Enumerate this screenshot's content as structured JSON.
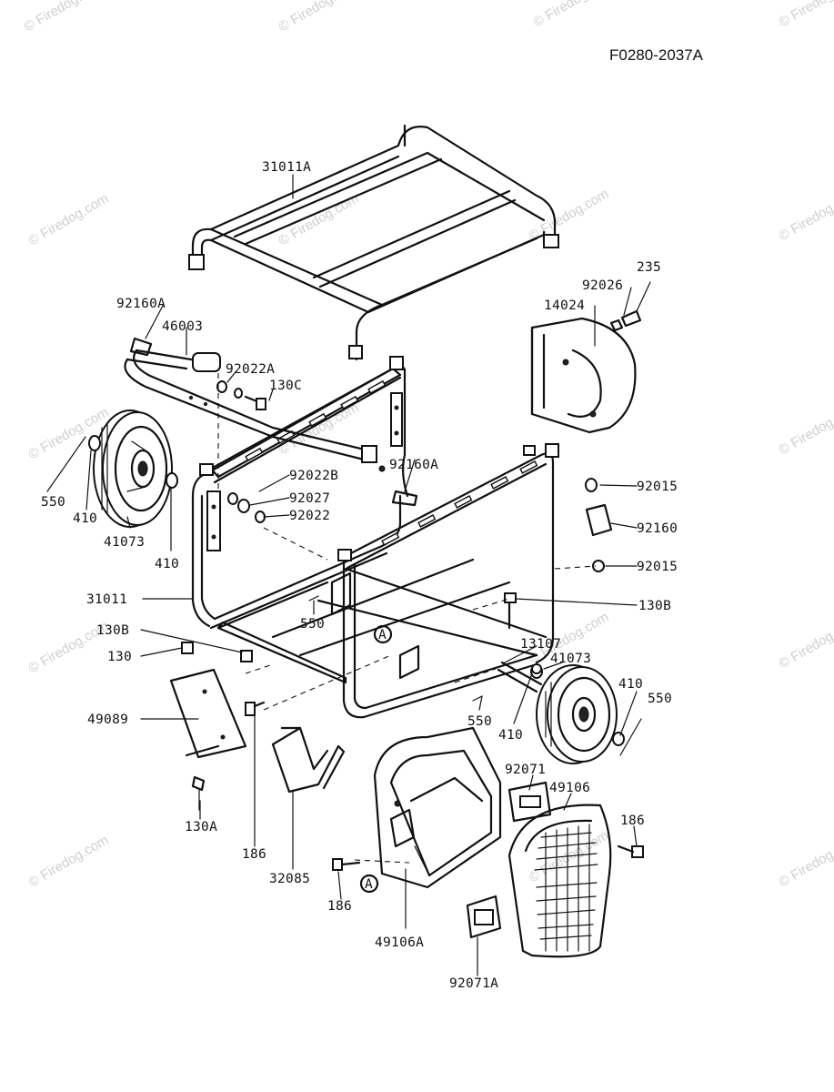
{
  "diagram": {
    "code": "F0280-2037A",
    "watermark": "© Firedog.com",
    "callouts": [
      {
        "id": "31011A",
        "text": "31011A"
      },
      {
        "id": "92160A_top",
        "text": "92160A"
      },
      {
        "id": "46003",
        "text": "46003"
      },
      {
        "id": "92022A",
        "text": "92022A"
      },
      {
        "id": "130C",
        "text": "130C"
      },
      {
        "id": "92026",
        "text": "92026"
      },
      {
        "id": "235",
        "text": "235"
      },
      {
        "id": "14024",
        "text": "14024"
      },
      {
        "id": "550_left",
        "text": "550"
      },
      {
        "id": "410_left",
        "text": "410"
      },
      {
        "id": "41073_left",
        "text": "41073"
      },
      {
        "id": "410_inner",
        "text": "410"
      },
      {
        "id": "92022B",
        "text": "92022B"
      },
      {
        "id": "92027",
        "text": "92027"
      },
      {
        "id": "92022",
        "text": "92022"
      },
      {
        "id": "92160A_mid",
        "text": "92160A"
      },
      {
        "id": "92015_top",
        "text": "92015"
      },
      {
        "id": "92160",
        "text": "92160"
      },
      {
        "id": "92015_bot",
        "text": "92015"
      },
      {
        "id": "31011",
        "text": "31011"
      },
      {
        "id": "550_mid",
        "text": "550"
      },
      {
        "id": "130B_right",
        "text": "130B"
      },
      {
        "id": "130B_left",
        "text": "130B"
      },
      {
        "id": "130",
        "text": "130"
      },
      {
        "id": "13107",
        "text": "13107"
      },
      {
        "id": "41073_right",
        "text": "41073"
      },
      {
        "id": "410_right",
        "text": "410"
      },
      {
        "id": "550_right",
        "text": "550"
      },
      {
        "id": "550_bottom",
        "text": "550"
      },
      {
        "id": "410_bottom",
        "text": "410"
      },
      {
        "id": "49089",
        "text": "49089"
      },
      {
        "id": "130A",
        "text": "130A"
      },
      {
        "id": "186_left",
        "text": "186"
      },
      {
        "id": "32085",
        "text": "32085"
      },
      {
        "id": "92071",
        "text": "92071"
      },
      {
        "id": "49106",
        "text": "49106"
      },
      {
        "id": "186_right",
        "text": "186"
      },
      {
        "id": "186_mid",
        "text": "186"
      },
      {
        "id": "49106A",
        "text": "49106A"
      },
      {
        "id": "92071A",
        "text": "92071A"
      },
      {
        "id": "refA_top",
        "text": "A"
      },
      {
        "id": "refA_bottom",
        "text": "A"
      }
    ]
  }
}
